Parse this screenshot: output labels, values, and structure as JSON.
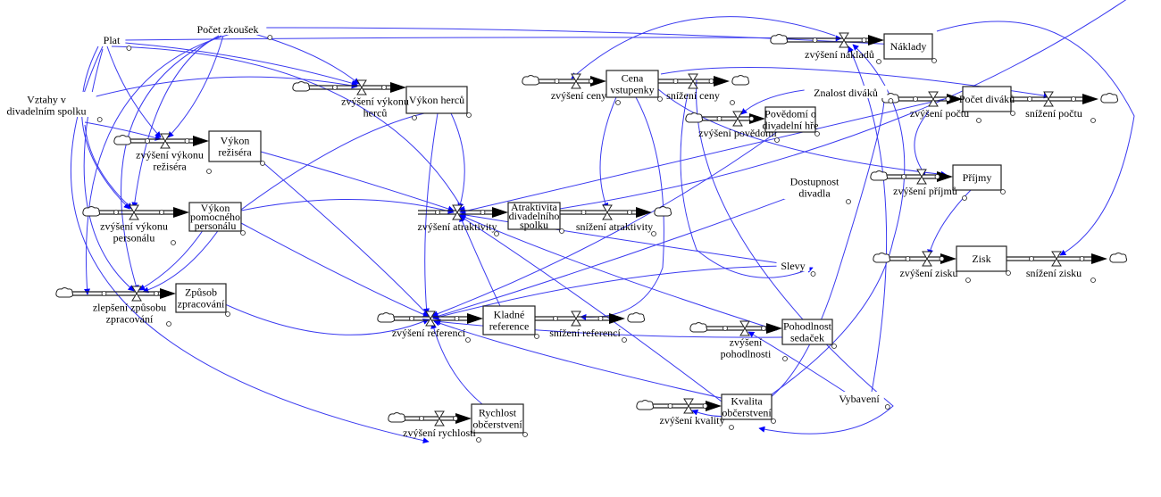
{
  "colors": {
    "link": "#3a3af0",
    "arrowhead": "#0000ff",
    "stock": "#222222",
    "background": "#ffffff"
  },
  "icons": {
    "cloud": "cloud-icon",
    "valve": "valve-icon",
    "hinge": "hinge-icon"
  },
  "stocks": [
    {
      "id": "vykon_hercu",
      "lines": [
        "Výkon herců"
      ]
    },
    {
      "id": "vykon_rezisera",
      "lines": [
        "Výkon",
        "režiséra"
      ]
    },
    {
      "id": "vykon_personalu",
      "lines": [
        "Výkon",
        "pomocného",
        "personálu"
      ]
    },
    {
      "id": "zpusob_zpracovani",
      "lines": [
        "Způsob",
        "zpracování"
      ]
    },
    {
      "id": "atraktivita",
      "lines": [
        "Atraktivita",
        "divadelního",
        "spolku"
      ]
    },
    {
      "id": "kladne_reference",
      "lines": [
        "Kladné",
        "reference"
      ]
    },
    {
      "id": "rychlost",
      "lines": [
        "Rychlost",
        "občerstvení"
      ]
    },
    {
      "id": "cena",
      "lines": [
        "Cena",
        "vstupenky"
      ]
    },
    {
      "id": "povedomi",
      "lines": [
        "Povědomí o",
        "divadelní hře"
      ]
    },
    {
      "id": "naklady",
      "lines": [
        "Náklady"
      ]
    },
    {
      "id": "pocet_divaku",
      "lines": [
        "Počet diváků"
      ]
    },
    {
      "id": "prijmy",
      "lines": [
        "Příjmy"
      ]
    },
    {
      "id": "zisk",
      "lines": [
        "Zisk"
      ]
    },
    {
      "id": "pohodlnost",
      "lines": [
        "Pohodlnost",
        "sedaček"
      ]
    },
    {
      "id": "kvalita",
      "lines": [
        "Kvalita",
        "občerstvení"
      ]
    }
  ],
  "flows": [
    {
      "id": "zvyseni_vykonu_hercu",
      "lines": [
        "zvýšení výkonu",
        "herců"
      ]
    },
    {
      "id": "zvyseni_vykonu_rezisera",
      "lines": [
        "zvýšení výkonu",
        "režiséra"
      ]
    },
    {
      "id": "zvyseni_vykonu_personalu",
      "lines": [
        "zvýšení výkonu",
        "personálu"
      ]
    },
    {
      "id": "zlepseni_zpusobu",
      "lines": [
        "zlepšení způsobu",
        "zpracování"
      ]
    },
    {
      "id": "zvyseni_atraktivity",
      "lines": [
        "zvýšení atraktivity"
      ]
    },
    {
      "id": "snizeni_atraktivity",
      "lines": [
        "snížení atraktivity"
      ]
    },
    {
      "id": "zvyseni_referenci",
      "lines": [
        "zvýšení referencí"
      ]
    },
    {
      "id": "snizeni_referenci",
      "lines": [
        "snížení referencí"
      ]
    },
    {
      "id": "zvyseni_rychlosti",
      "lines": [
        "zvýšení rychlosti"
      ]
    },
    {
      "id": "zvyseni_ceny",
      "lines": [
        "zvýšení ceny"
      ]
    },
    {
      "id": "snizeni_ceny",
      "lines": [
        "snížení ceny"
      ]
    },
    {
      "id": "zvyseni_povedomi",
      "lines": [
        "zvýšení povědomí"
      ]
    },
    {
      "id": "zvyseni_nakladu",
      "lines": [
        "zvýšení nákladů"
      ]
    },
    {
      "id": "zvyseni_poctu",
      "lines": [
        "zvýšení počtu"
      ]
    },
    {
      "id": "snizeni_poctu",
      "lines": [
        "snížení počtu"
      ]
    },
    {
      "id": "zvyseni_prijmu",
      "lines": [
        "zvýšení příjmů"
      ]
    },
    {
      "id": "zvyseni_zisku",
      "lines": [
        "zvýšení zisku"
      ]
    },
    {
      "id": "snizeni_zisku",
      "lines": [
        "snížení zisku"
      ]
    },
    {
      "id": "zvyseni_pohodlnosti",
      "lines": [
        "zvýšení",
        "pohodlnosti"
      ]
    },
    {
      "id": "zvyseni_kvality",
      "lines": [
        "zvýšení kvality"
      ]
    }
  ],
  "auxiliaries": [
    {
      "id": "pocet_zkousek",
      "lines": [
        "Počet zkoušek"
      ]
    },
    {
      "id": "plat",
      "lines": [
        "Plat"
      ]
    },
    {
      "id": "vztahy",
      "lines": [
        "Vztahy v",
        "divadelním spolku"
      ]
    },
    {
      "id": "znalost_divaku",
      "lines": [
        "Znalost diváků"
      ]
    },
    {
      "id": "dostupnost",
      "lines": [
        "Dostupnost",
        "divadla"
      ]
    },
    {
      "id": "slevy",
      "lines": [
        "Slevy"
      ]
    },
    {
      "id": "vybaveni",
      "lines": [
        "Vybavení"
      ]
    }
  ]
}
